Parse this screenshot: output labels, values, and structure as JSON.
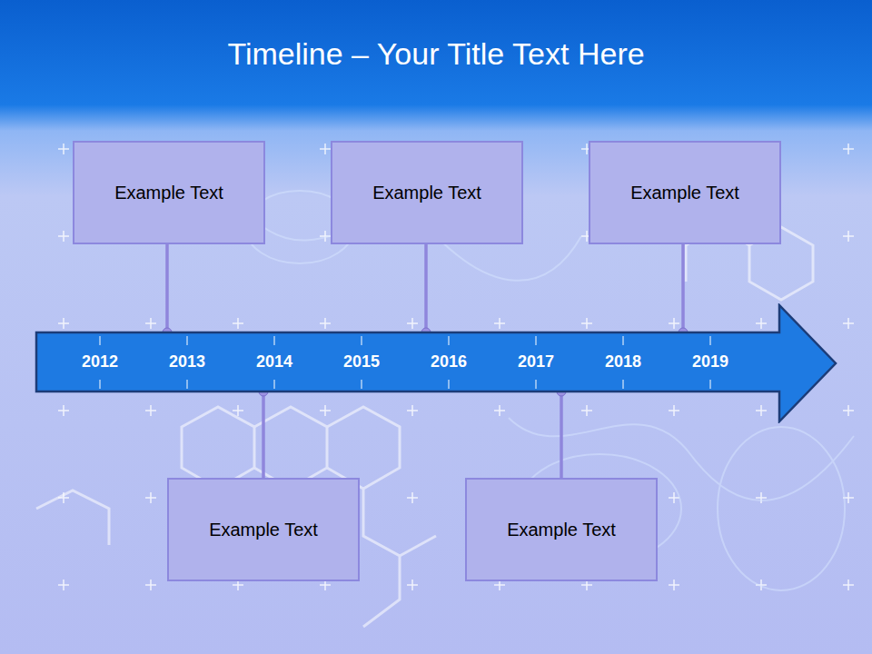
{
  "diagram": {
    "title": "Timeline – Your Title Text Here",
    "nodes": [
      {
        "text": [
          "Example Text"
        ]
      },
      {
        "text": [
          "Example Text"
        ]
      },
      {
        "text": [
          "Example Text"
        ]
      },
      {
        "text": [
          "2012",
          "2013",
          "2014",
          "2015",
          "2016",
          "2017",
          "2018",
          "2019"
        ]
      },
      {
        "text": [
          "Example Text"
        ]
      },
      {
        "text": [
          "Example Text"
        ]
      }
    ],
    "edges": [
      {
        "from": 0,
        "to": 3,
        "arrow": "none"
      },
      {
        "from": 1,
        "to": 3,
        "arrow": "none"
      },
      {
        "from": 2,
        "to": 3,
        "arrow": "none"
      },
      {
        "from": 3,
        "to": 4,
        "arrow": "none"
      },
      {
        "from": 3,
        "to": 5,
        "arrow": "none"
      }
    ]
  }
}
